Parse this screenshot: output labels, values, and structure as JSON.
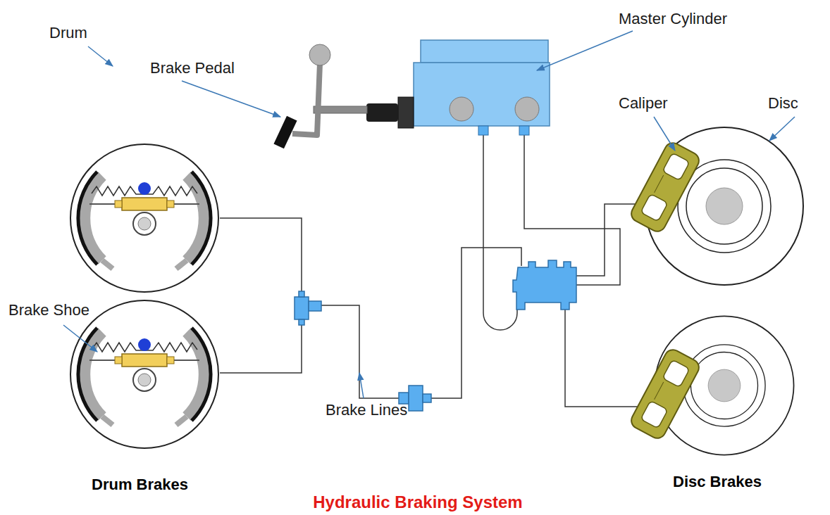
{
  "diagram": {
    "title": "Hydraulic Braking System",
    "labels": [
      "Master Cylinder",
      "Brake Pedal",
      "Drum",
      "Caliper",
      "Disc",
      "Brake Shoe",
      "Brake Lines",
      "Drum Brakes",
      "Disc Brakes"
    ]
  }
}
